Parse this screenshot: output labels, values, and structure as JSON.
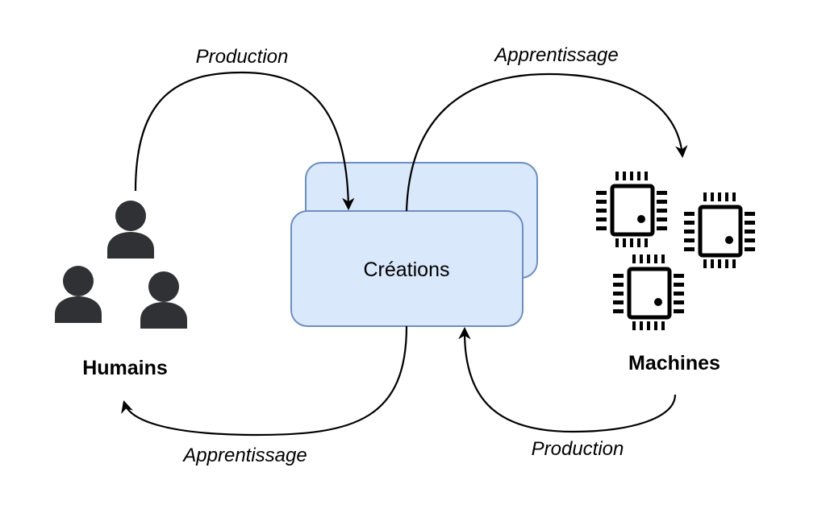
{
  "diagram": {
    "nodes": {
      "creations": {
        "label": "Créations",
        "fill": "#dae8fc",
        "stroke": "#6c8ebf"
      },
      "humans": {
        "label": "Humains",
        "icon": "person-group-icon",
        "count": 3
      },
      "machines": {
        "label": "Machines",
        "icon": "chip-group-icon",
        "count": 3
      }
    },
    "edges": [
      {
        "from": "Humains",
        "to": "Créations",
        "label": "Production"
      },
      {
        "from": "Créations",
        "to": "Machines",
        "label": "Apprentissage"
      },
      {
        "from": "Créations",
        "to": "Humains",
        "label": "Apprentissage"
      },
      {
        "from": "Machines",
        "to": "Créations",
        "label": "Production"
      }
    ],
    "colors": {
      "person": "#2f3135",
      "line": "#000000"
    }
  }
}
